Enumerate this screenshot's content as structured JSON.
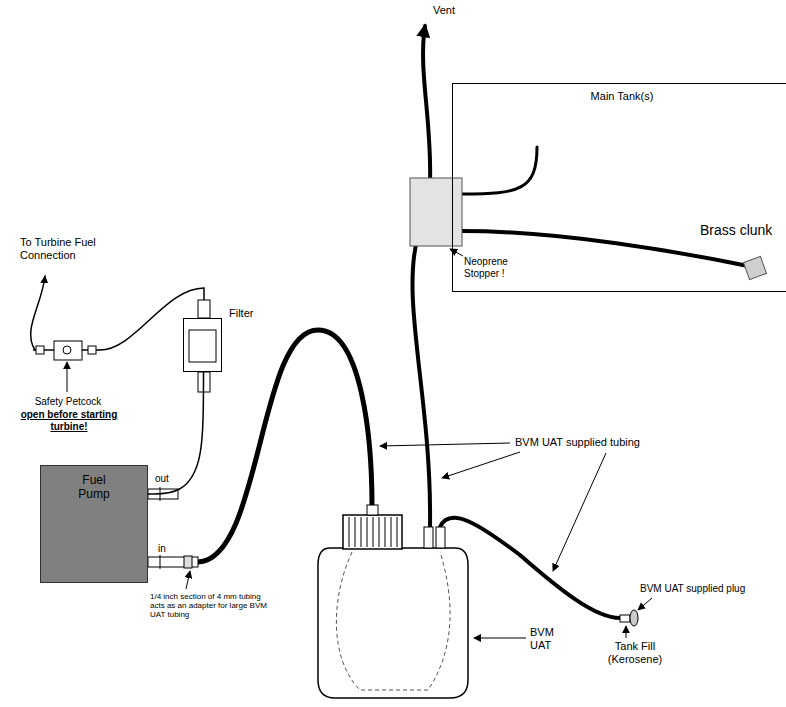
{
  "diagram": {
    "nodes": [
      {
        "text": [
          "Main Tank(s)"
        ]
      },
      {
        "text": [
          "Fuel Pump"
        ]
      },
      {
        "text": [
          "Filter"
        ]
      }
    ],
    "edges": [
      {
        "from": 1,
        "to": 2,
        "arrow": "none"
      }
    ],
    "labels": [
      "Vent",
      "Brass clunk",
      "Neoprene Stopper !",
      "To Turbine Fuel Connection",
      "Safety Petcock",
      "open before starting turbine!",
      "out",
      "in",
      "1/4 inch section of 4 mm tubing acts as an adapter for large BVM UAT tubing",
      "BVM UAT supplied tubing",
      "BVM UAT supplied plug",
      "BVM UAT",
      "Tank Fill (Kerosene)"
    ]
  }
}
